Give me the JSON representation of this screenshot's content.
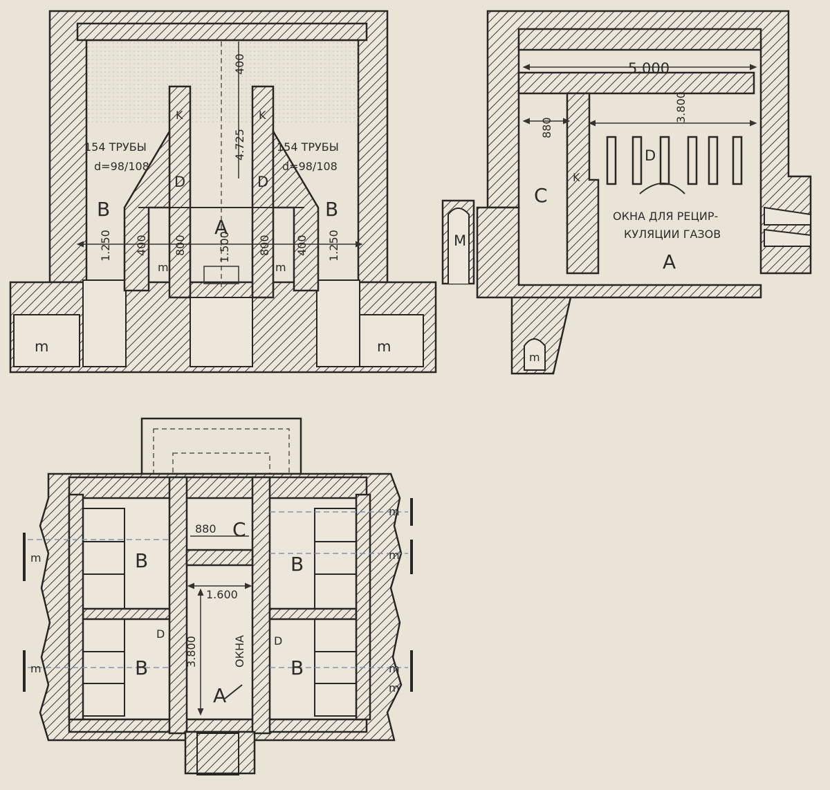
{
  "section_left": {
    "label_A": "A",
    "label_B_left": "B",
    "label_B_right": "B",
    "label_D_left": "D",
    "label_D_right": "D",
    "label_K_left": "K",
    "label_K_right": "K",
    "label_m_left": "m",
    "label_m_right": "m",
    "label_m_mid_left": "m",
    "label_m_mid_right": "m",
    "tubes_left": "154 ТРУБЫ",
    "tubes_right": "154 ТРУБЫ",
    "diameter_left": "d=98/108",
    "diameter_right": "d=98/108",
    "dim_top": "400",
    "dim_height": "4.725",
    "dim_center": "1.500",
    "dim_left_1": "1.250",
    "dim_left_2": "400",
    "dim_left_3": "800",
    "dim_right_1": "800",
    "dim_right_2": "400",
    "dim_right_3": "1.250"
  },
  "section_right": {
    "dim_width": "5.000",
    "dim_880": "880",
    "dim_3800": "3.800",
    "label_C": "C",
    "label_D": "D",
    "label_K": "K",
    "label_M": "M",
    "label_A": "A",
    "label_m": "m",
    "caption_line1": "ОКНА ДЛЯ РЕЦИР-",
    "caption_line2": "КУЛЯЦИИ ГАЗОВ"
  },
  "plan": {
    "label_B_tl": "B",
    "label_B_tr": "B",
    "label_B_bl": "B",
    "label_B_br": "B",
    "label_C": "C",
    "label_A": "A",
    "label_D_left": "D",
    "label_D_right": "D",
    "dim_880": "880",
    "dim_1600": "1.600",
    "dim_3800": "3.800",
    "label_okna": "ОКНА",
    "m_labels": [
      "m",
      "m",
      "m",
      "m",
      "m",
      "m"
    ]
  }
}
